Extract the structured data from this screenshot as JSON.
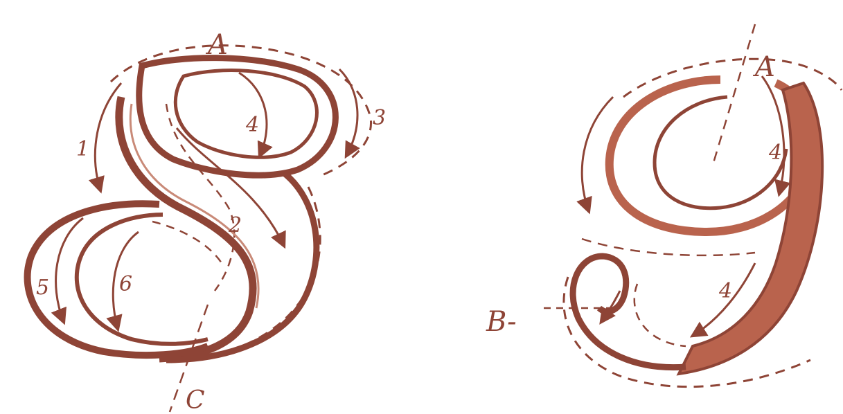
{
  "colors": {
    "stroke": "#8e4436",
    "fill_light": "#b9634d",
    "background": "#ffffff"
  },
  "figure_8": {
    "label_a": "A",
    "label_c": "C",
    "stroke_numbers": [
      "1",
      "2",
      "3",
      "4",
      "5",
      "6"
    ]
  },
  "figure_9": {
    "label_a": "A",
    "label_b": "B-",
    "stroke_numbers": [
      "4",
      "4"
    ]
  }
}
